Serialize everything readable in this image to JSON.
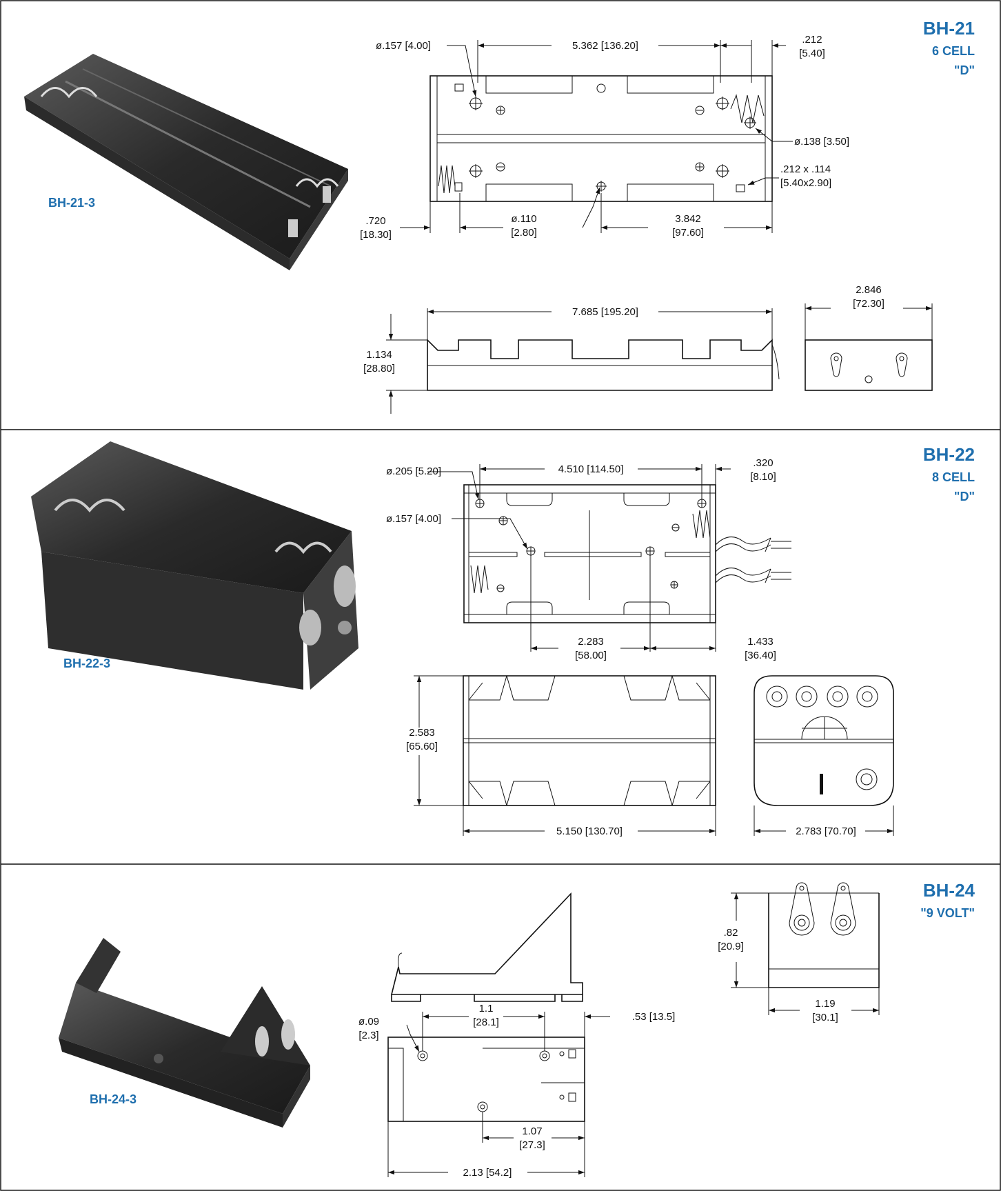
{
  "sections": [
    {
      "model": "BH-21",
      "cells": "6 CELL",
      "type": "\"D\"",
      "part": "BH-21-3",
      "dims": {
        "hole_top_left": "ø.157 [4.00]",
        "top_span": "5.362 [136.20]",
        "top_right_a": ".212",
        "top_right_b": "[5.40]",
        "hole_right": "ø.138 [3.50]",
        "slot_a": ".212 x .114",
        "slot_b": "[5.40x2.90]",
        "left_a": ".720",
        "left_b": "[18.30]",
        "mid_a": "ø.110",
        "mid_b": "[2.80]",
        "right_a": "3.842",
        "right_b": "[97.60]",
        "len": "7.685 [195.20]",
        "height_a": "1.134",
        "height_b": "[28.80]",
        "width_a": "2.846",
        "width_b": "[72.30]"
      }
    },
    {
      "model": "BH-22",
      "cells": "8 CELL",
      "type": "\"D\"",
      "part": "BH-22-3",
      "dims": {
        "hole_a": "ø.205 [5.20]",
        "hole_b": "ø.157 [4.00]",
        "top_span": "4.510 [114.50]",
        "top_right_a": ".320",
        "top_right_b": "[8.10]",
        "mid_a": "2.283",
        "mid_b": "[58.00]",
        "right_a": "1.433",
        "right_b": "[36.40]",
        "height_a": "2.583",
        "height_b": "[65.60]",
        "len": "5.150 [130.70]",
        "width": "2.783 [70.70]"
      }
    },
    {
      "model": "BH-24",
      "type": "\"9 VOLT\"",
      "part": "BH-24-3",
      "dims": {
        "hole_a": "ø.09",
        "hole_b": "[2.3]",
        "span_a": "1.1",
        "span_b": "[28.1]",
        "right": ".53 [13.5]",
        "height_a": ".82",
        "height_b": "[20.9]",
        "width_a": "1.19",
        "width_b": "[30.1]",
        "low_a": "1.07",
        "low_b": "[27.3]",
        "len": "2.13 [54.2]"
      }
    }
  ]
}
